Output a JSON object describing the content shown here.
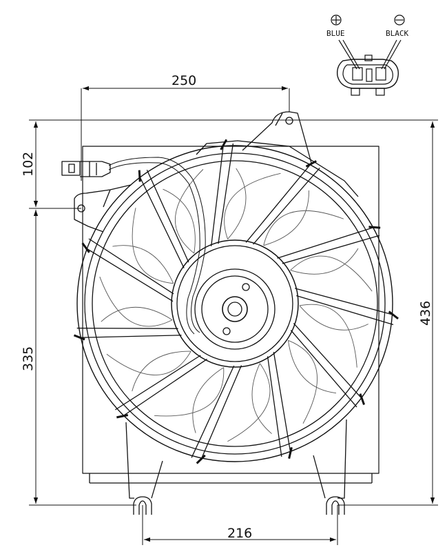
{
  "dimensions": {
    "mount_span": "250",
    "upper_offset": "102",
    "lower_height": "335",
    "overall_height": "436",
    "foot_spacing": "216"
  },
  "connector": {
    "positive_label": "BLUE",
    "negative_label": "BLACK",
    "positive_symbol": "plus",
    "negative_symbol": "minus"
  },
  "fan": {
    "blade_count": 11
  },
  "colors": {
    "line": "#111111",
    "background": "#ffffff"
  }
}
